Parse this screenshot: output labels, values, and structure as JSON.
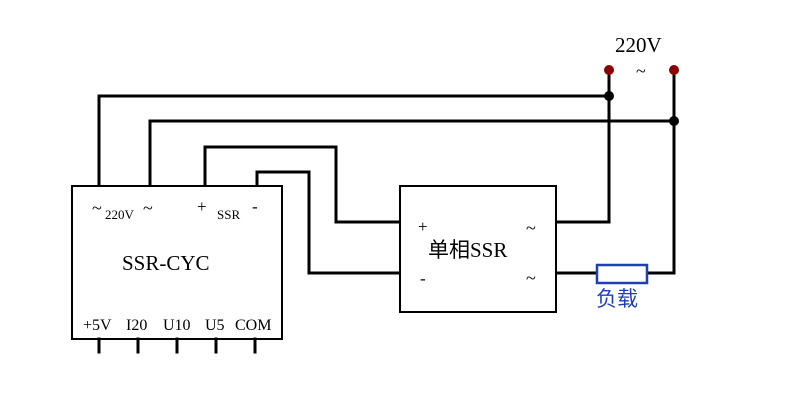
{
  "supply": {
    "label": "220V",
    "ac_symbol": "~"
  },
  "controller": {
    "name": "SSR-CYC",
    "top_terminals": {
      "ac_left": "~",
      "power": "220V",
      "ac_right": "~",
      "plus": "+",
      "ssr": "SSR",
      "minus": "-"
    },
    "bottom_terminals": [
      "+5V",
      "I20",
      "U10",
      "U5",
      "COM"
    ]
  },
  "relay": {
    "name": "单相SSR",
    "input_plus": "+",
    "input_minus": "-",
    "output_top": "~",
    "output_bottom": "~"
  },
  "load": {
    "label": "负载"
  },
  "colors": {
    "wire": "#000000",
    "terminal_dot": "#8b0000",
    "load_outline": "#1f3fb4",
    "load_label": "#1f3fb4"
  }
}
